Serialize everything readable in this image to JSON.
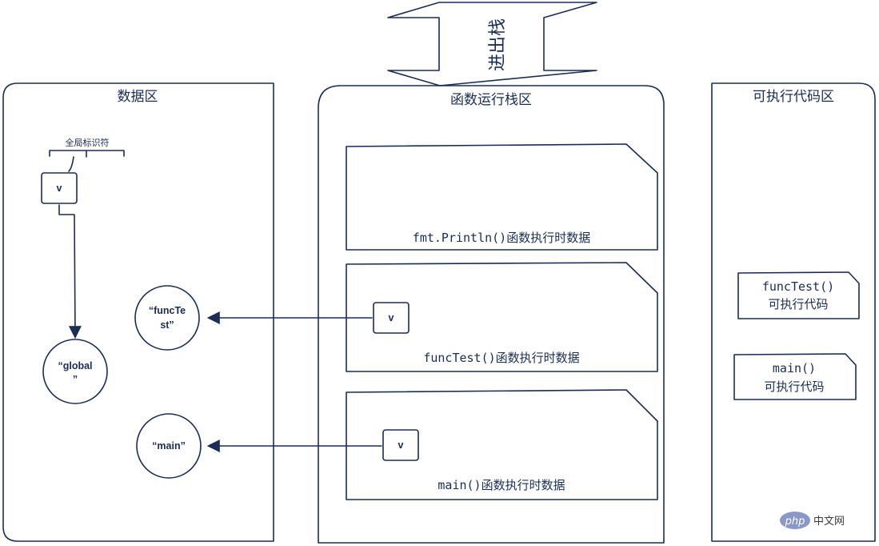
{
  "colors": {
    "ink": "#1b2d55",
    "logo_blue": "#8a98c8"
  },
  "stack_arrow": {
    "label": "进出栈"
  },
  "data_area": {
    "title": "数据区",
    "global_identifier_label": "全局标识符",
    "var_v": "v",
    "circles": {
      "global_line1": "“global",
      "global_line2": "”",
      "functest_line1": "“funcTe",
      "functest_line2": "st”",
      "main": "“main”"
    }
  },
  "stack_area": {
    "title": "函数运行栈区",
    "frames": [
      {
        "label": "fmt.Println()函数执行时数据"
      },
      {
        "label": "funcTest()函数执行时数据",
        "var": "v"
      },
      {
        "label": "main()函数执行时数据",
        "var": "v"
      }
    ]
  },
  "code_area": {
    "title": "可执行代码区",
    "blocks": [
      {
        "line1": "funcTest()",
        "line2": "可执行代码"
      },
      {
        "line1": "main()",
        "line2": "可执行代码"
      }
    ]
  },
  "watermark": {
    "logo": "php",
    "text": "中文网"
  }
}
